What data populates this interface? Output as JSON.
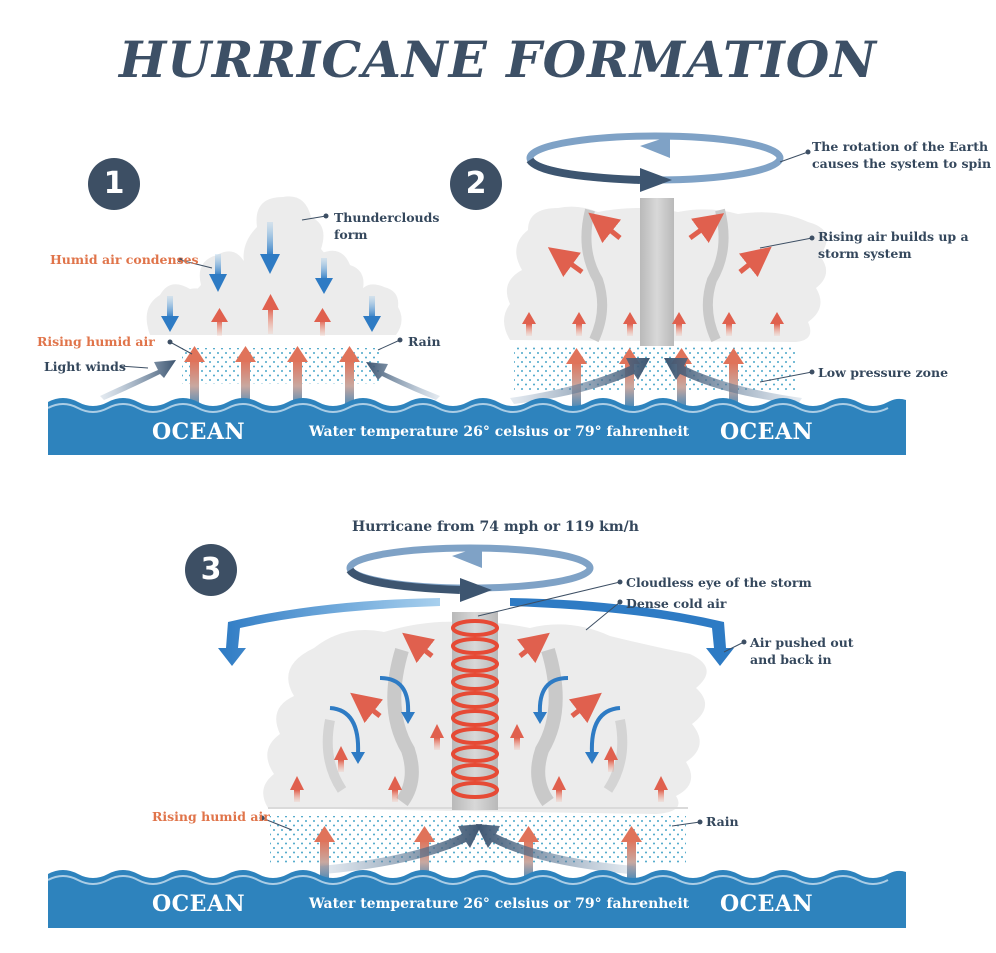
{
  "title": "HURRICANE FORMATION",
  "steps": [
    "1",
    "2",
    "3"
  ],
  "panel1": {
    "thunderclouds": "Thunderclouds\nform",
    "humid_air_condenses": "Humid air condenses",
    "rising_humid_air": "Rising humid air",
    "light_winds": "Light winds",
    "rain": "Rain"
  },
  "panel2": {
    "rotation": "The rotation of the Earth\ncauses the system to spin",
    "rising_air": "Rising air builds up a\nstorm system",
    "low_pressure": "Low pressure zone"
  },
  "ocean_top": {
    "left": "OCEAN",
    "center": "Water temperature 26° celsius or 79° fahrenheit",
    "right": "OCEAN"
  },
  "panel3": {
    "speed": "Hurricane from 74 mph or 119 km/h",
    "eye": "Cloudless eye of the storm",
    "dense_cold_air": "Dense cold air",
    "air_pushed": "Air pushed out\nand back in",
    "rising_humid_air": "Rising humid air",
    "rain": "Rain"
  },
  "ocean_bottom": {
    "left": "OCEAN",
    "center": "Water temperature 26° celsius or 79° fahrenheit",
    "right": "OCEAN"
  },
  "colors": {
    "ocean": "#2e83bd",
    "ocean_dark": "#1f6aa0",
    "cloud": "#ececec",
    "cloud_shade": "#c9c9c9",
    "warm_arrow": "#e0604e",
    "cold_arrow": "#2e7bc4",
    "wind_arrow": "#3d5570",
    "text_dark": "#34475c",
    "text_orange": "#e0744a",
    "eye_spiral": "#e64a35"
  },
  "icons": [
    "rotation-arrow-icon",
    "warm-air-arrow-icon",
    "cold-air-arrow-icon",
    "wind-arrow-icon",
    "cloud-icon",
    "rain-dots-icon",
    "wave-icon"
  ]
}
